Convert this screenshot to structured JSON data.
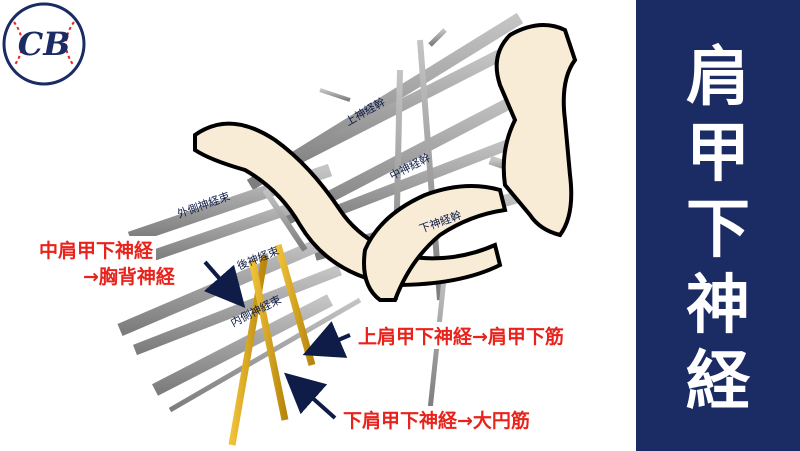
{
  "title": [
    "肩",
    "甲",
    "下",
    "神",
    "経"
  ],
  "logo": {
    "text": "CB",
    "icon": "baseball-icon"
  },
  "bundle_labels": {
    "upper_trunk": "上神経幹",
    "middle_trunk": "中神経幹",
    "lower_trunk": "下神経幹",
    "lateral_cord": "外側神経束",
    "posterior_cord": "後神経束",
    "medial_cord": "内側神経束"
  },
  "annotations": {
    "middle_nerve_line1": "中肩甲下神経",
    "middle_nerve_line2": "→胸背神経",
    "upper_nerve": "上肩甲下神経→肩甲下筋",
    "lower_nerve": "下肩甲下神経→大円筋"
  },
  "colors": {
    "title_panel": "#1b2b63",
    "annotation_red": "#e8231c",
    "annotation_navy": "#0f1c48",
    "nerve_gray": "#9a9a9a",
    "highlight_nerve": "#d4a017",
    "bone": "#f8ecd6"
  }
}
